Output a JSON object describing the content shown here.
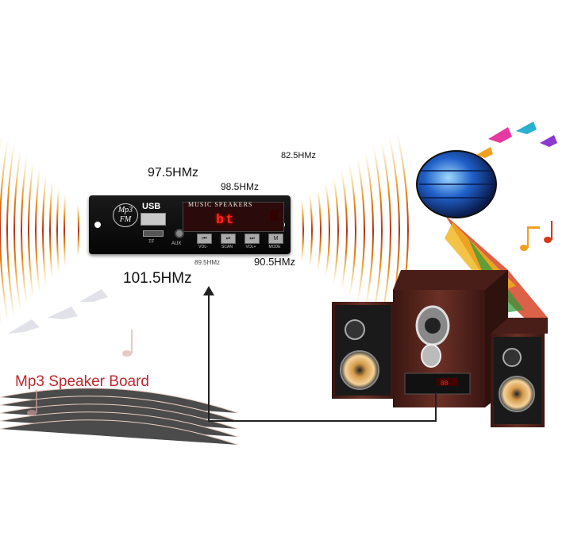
{
  "frequencies": {
    "f1": "97.5HMz",
    "f2": "98.5HMz",
    "f3": "82.5HMz",
    "f4": "89.5HMz",
    "f5": "90.5HMz",
    "f6": "101.5HMz"
  },
  "title": "Mp3 Speaker Board",
  "board": {
    "brand_line1": "Mp3",
    "brand_line2": "FM",
    "usb": "USB",
    "tf": "TF",
    "aux": "AUX",
    "display_title": "MUSIC SPEAKERS",
    "led_text": "bt",
    "buttons": [
      "VOL-",
      "SCAN",
      "VOL+",
      "MODE"
    ]
  },
  "colors": {
    "title": "#c0272d",
    "led": "#ff2a1a",
    "wood": "#5a2a22"
  }
}
